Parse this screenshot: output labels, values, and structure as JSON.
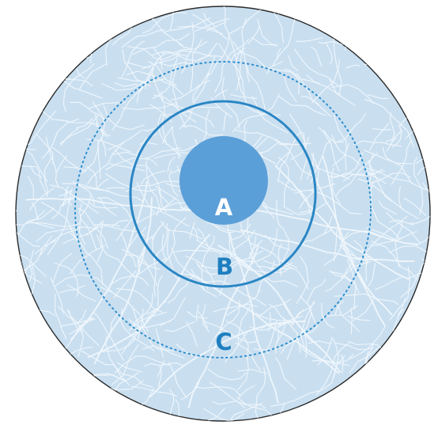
{
  "zones": {
    "a": {
      "label": "A"
    },
    "b": {
      "label": "B"
    },
    "c": {
      "label": "C"
    }
  },
  "colors": {
    "map_fill": "#c9dff0",
    "map_border": "#2b2b2b",
    "streets": "#f4f9fd",
    "zone_a_fill": "#5b9fd8",
    "ring_b": "#2a86c4",
    "ring_c": "#2f8fce",
    "label_a": "#ffffff",
    "label_bc": "#1e7fc0"
  }
}
